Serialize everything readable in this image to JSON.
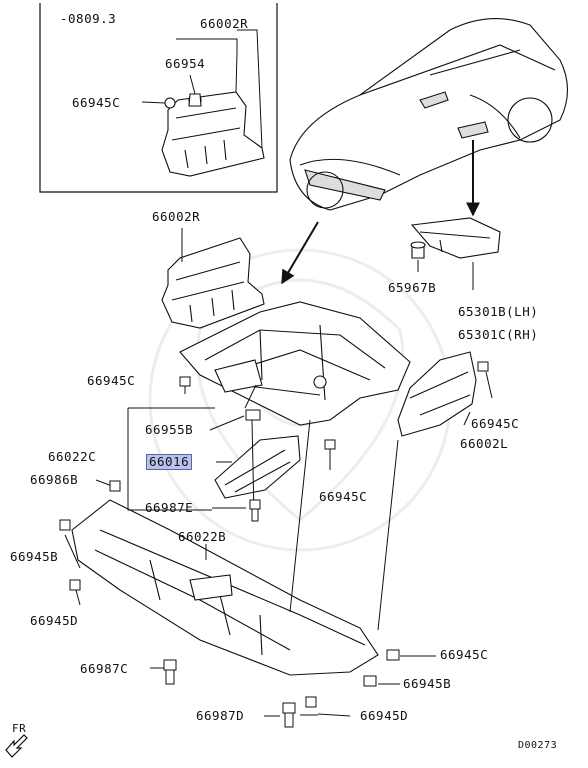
{
  "date_code": "-0809.3",
  "drawing_code": "D00273",
  "direction_label": "FR",
  "parts": {
    "p66002R_top": "66002R",
    "p66954": "66954",
    "p66945C_inset": "66945C",
    "p66002R": "66002R",
    "p65967B": "65967B",
    "p65301B": "65301B(LH)",
    "p65301C": "65301C(RH)",
    "p66945C_a": "66945C",
    "p66955B": "66955B",
    "p66022C": "66022C",
    "p66016": "66016",
    "p66986B": "66986B",
    "p66987E": "66987E",
    "p66945C_b": "66945C",
    "p66002L": "66002L",
    "p66945C_c": "66945C",
    "p66945B_left": "66945B",
    "p66022B": "66022B",
    "p66945D_left": "66945D",
    "p66987C": "66987C",
    "p66945C_right": "66945C",
    "p66945B_right": "66945B",
    "p66987D": "66987D",
    "p66945D_right": "66945D"
  },
  "highlighted_part": "66016",
  "colors": {
    "highlight": "#b9c3ea",
    "line": "#111111"
  }
}
